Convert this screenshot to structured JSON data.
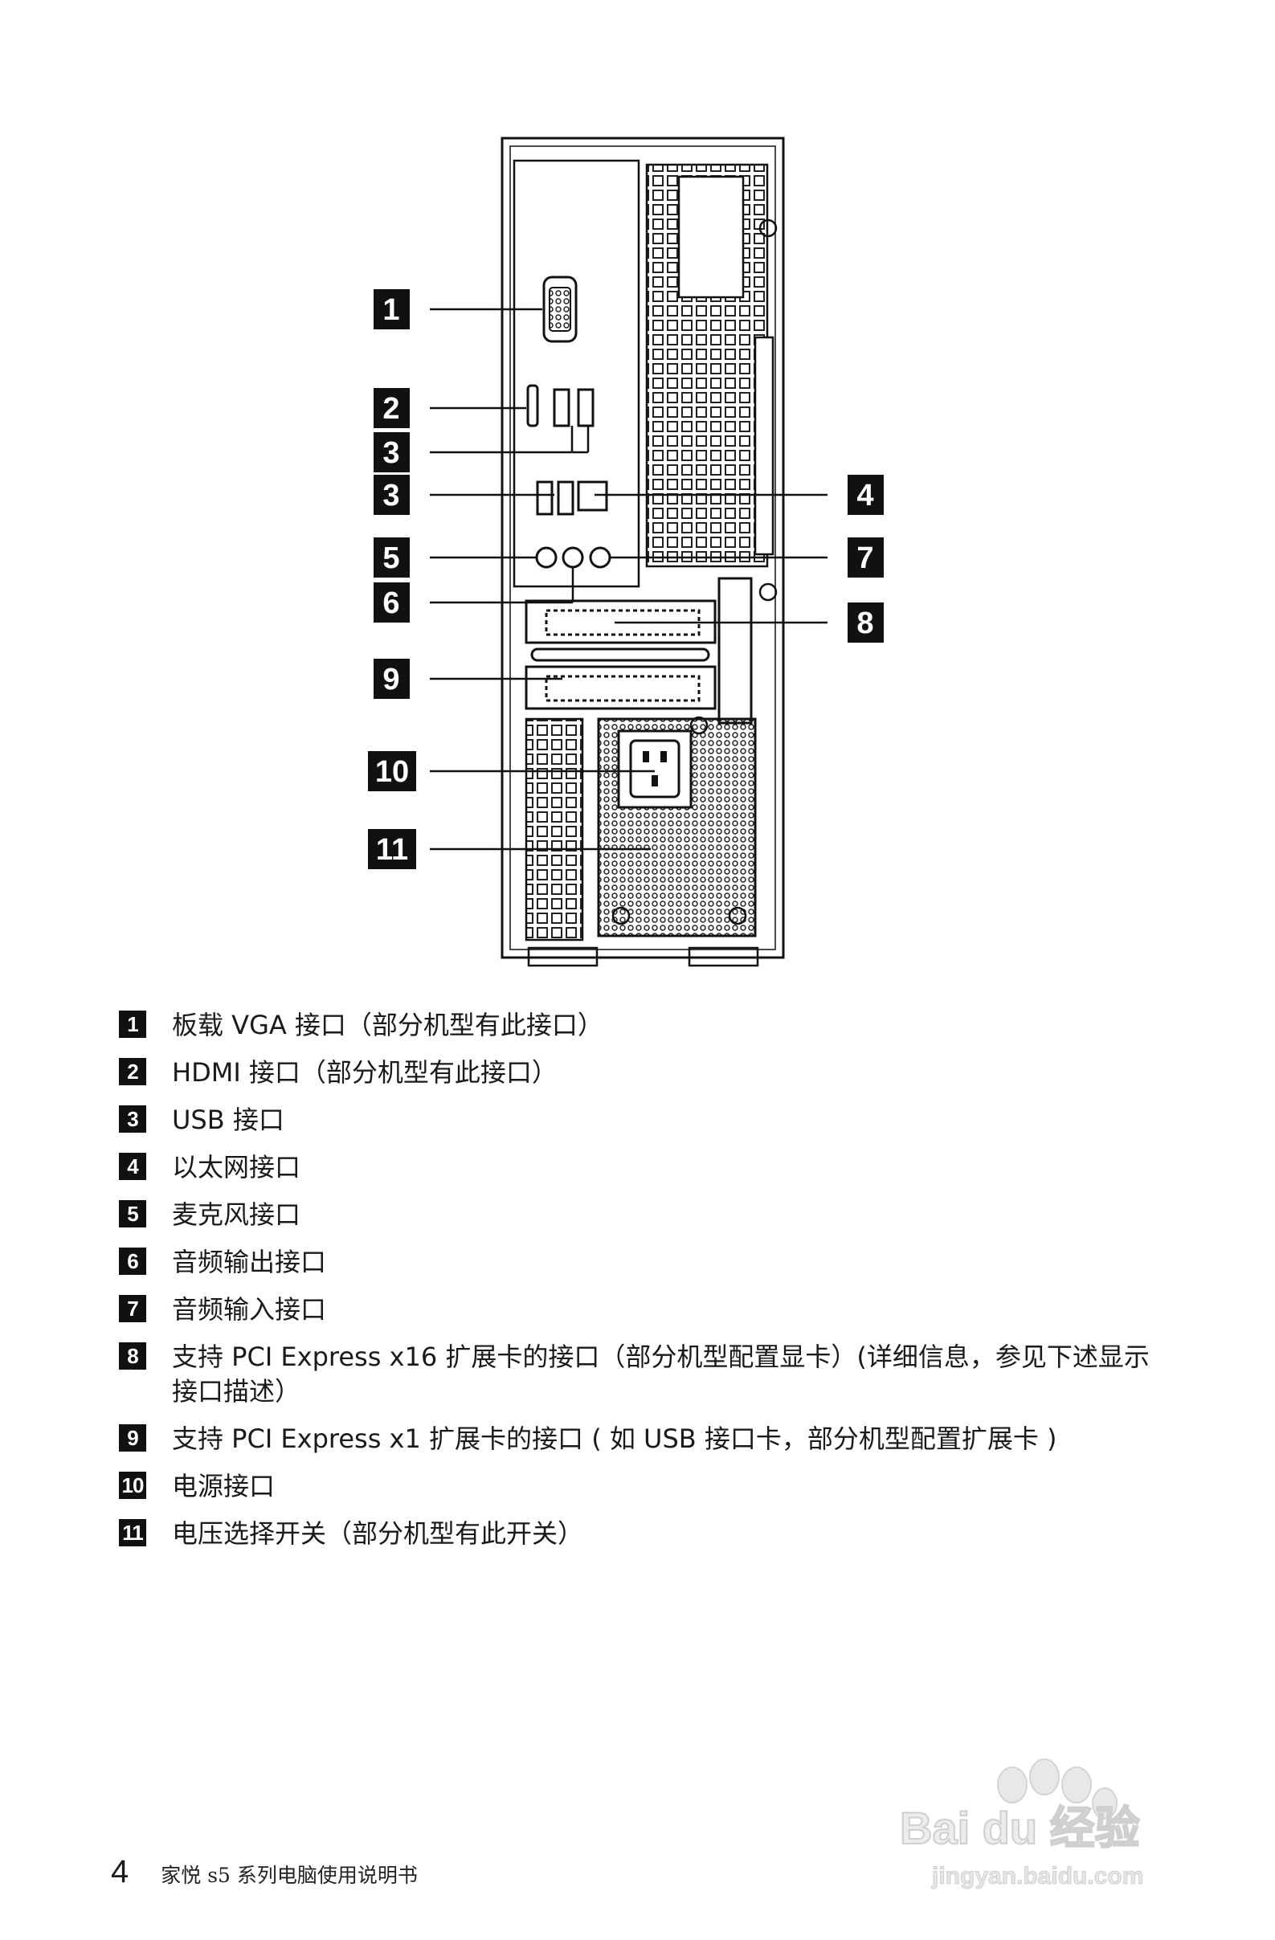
{
  "callouts": [
    "1",
    "2",
    "3",
    "3",
    "4",
    "5",
    "6",
    "7",
    "8",
    "9",
    "10",
    "11"
  ],
  "legend": [
    {
      "num": "1",
      "text": "板载 VGA 接口（部分机型有此接口）"
    },
    {
      "num": "2",
      "text": "HDMI 接口（部分机型有此接口）"
    },
    {
      "num": "3",
      "text": "USB 接口"
    },
    {
      "num": "4",
      "text": "以太网接口"
    },
    {
      "num": "5",
      "text": "麦克风接口"
    },
    {
      "num": "6",
      "text": "音频输出接口"
    },
    {
      "num": "7",
      "text": "音频输入接口"
    },
    {
      "num": "8",
      "text": "支持 PCI Express x16 扩展卡的接口（部分机型配置显卡）(详细信息，参见下述显示接口描述）"
    },
    {
      "num": "9",
      "text": "支持 PCI Express x1 扩展卡的接口 ( 如 USB 接口卡，部分机型配置扩展卡 )"
    },
    {
      "num": "10",
      "text": "电源接口"
    },
    {
      "num": "11",
      "text": "电压选择开关（部分机型有此开关）"
    }
  ],
  "footer": {
    "page_number": "4",
    "doc_title": "家悦 s5 系列电脑使用说明书"
  },
  "watermark": {
    "brand": "Bai du 经验",
    "url": "jingyan.baidu.com"
  }
}
